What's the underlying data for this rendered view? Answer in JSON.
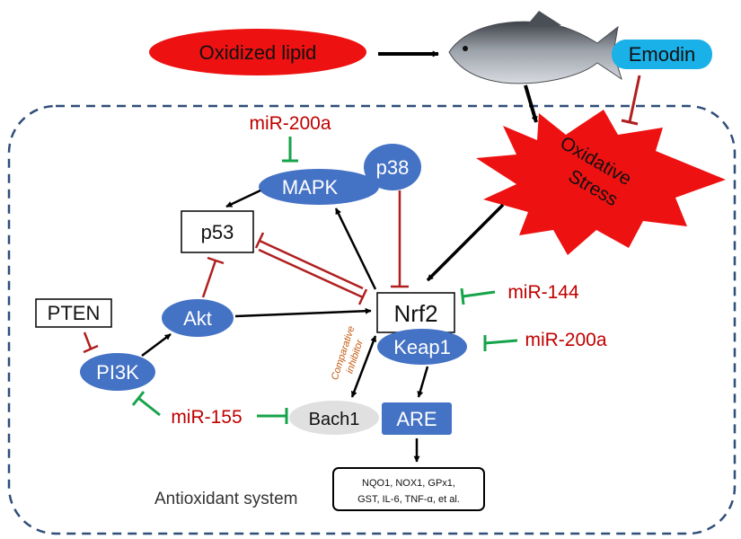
{
  "nodes": {
    "oxidized_lipid": "Oxidized lipid",
    "emodin": "Emodin",
    "oxidative_stress_line1": "Oxidative",
    "oxidative_stress_line2": "Stress",
    "mir200a_top": "miR-200a",
    "mapk": "MAPK",
    "p38": "p38",
    "p53": "p53",
    "pten": "PTEN",
    "akt": "Akt",
    "pi3k": "PI3K",
    "nrf2": "Nrf2",
    "keap1": "Keap1",
    "mir144": "miR-144",
    "mir200a_right": "miR-200a",
    "mir155": "miR-155",
    "bach1": "Bach1",
    "are": "ARE",
    "competitive_line1": "Comparative",
    "competitive_line2": "inhibitor",
    "antioxidant_system": "Antioxidant system",
    "genes_line1": "NQO1, NOX1, GPx1,",
    "genes_line2": "GST, IL-6, TNF-α, et al."
  },
  "colors": {
    "blue_node": "#4472c4",
    "red_text": "#c00000",
    "red_shape": "#ee1111",
    "cyan": "#1ab0e8",
    "green": "#16a34a",
    "dark_red_line": "#b01f1f",
    "orange": "#c55a11",
    "border": "#2f4e79"
  }
}
